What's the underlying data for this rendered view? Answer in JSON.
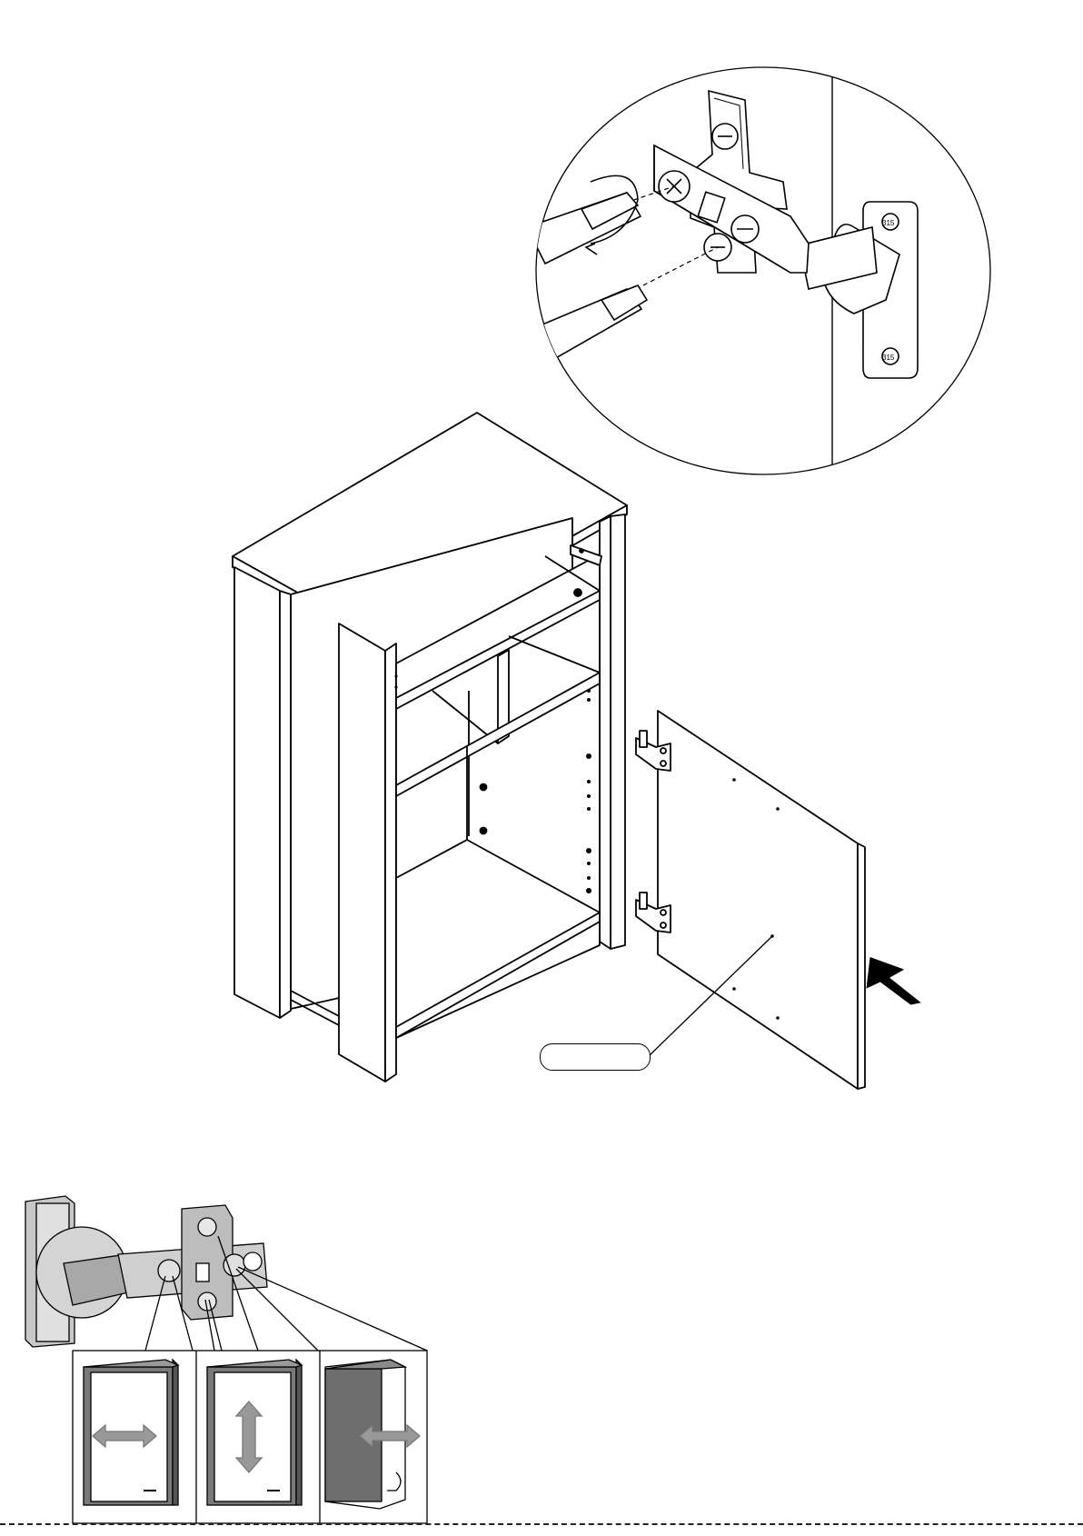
{
  "page": {
    "type": "assembly-instruction-sheet",
    "callout": {
      "part_label": ""
    },
    "zoom_hinge": {
      "screw_marks": [
        "315",
        "315"
      ]
    },
    "adjustment_panels": [
      {
        "id": "side",
        "direction": "horizontal-arrow-icon"
      },
      {
        "id": "height",
        "direction": "vertical-arrow-icon"
      },
      {
        "id": "depth",
        "direction": "depth-arrow-icon"
      }
    ],
    "colors": {
      "line": "#000000",
      "shade": "#8a8a8a",
      "dark_panel": "#6e6e6e",
      "light_gray": "#c8c8c8"
    }
  }
}
